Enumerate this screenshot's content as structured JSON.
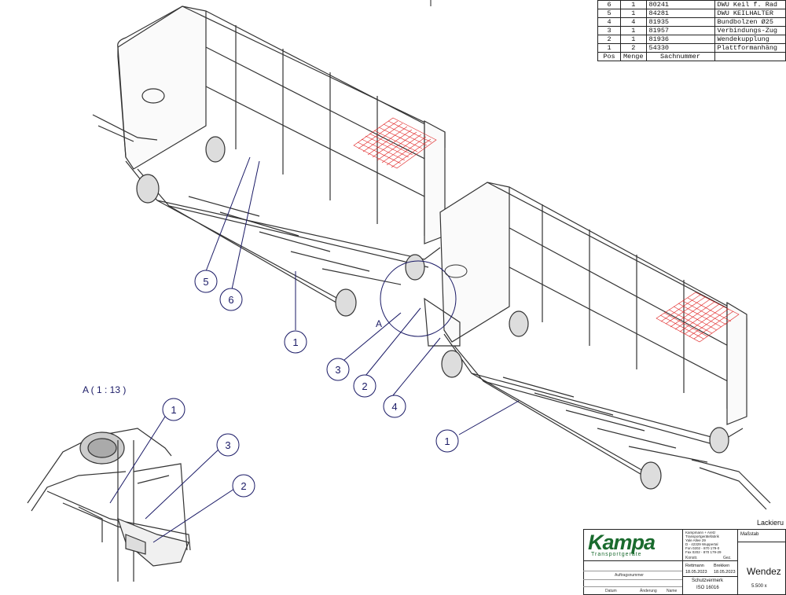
{
  "parts_list": {
    "header": {
      "pos": "Pos",
      "qty": "Menge",
      "number": "Sachnummer"
    },
    "rows": [
      {
        "pos": "6",
        "qty": "1",
        "number": "80241",
        "desc": "DWU Keil f. Rad"
      },
      {
        "pos": "5",
        "qty": "1",
        "number": "84281",
        "desc": "DWU KEILHALTER"
      },
      {
        "pos": "4",
        "qty": "4",
        "number": "81935",
        "desc": "Bundbolzen Ø25"
      },
      {
        "pos": "3",
        "qty": "1",
        "number": "81957",
        "desc": "Verbindungs-Zug"
      },
      {
        "pos": "2",
        "qty": "1",
        "number": "81936",
        "desc": "Wendekupplung"
      },
      {
        "pos": "1",
        "qty": "2",
        "number": "54330",
        "desc": "Plattformanhäng"
      }
    ]
  },
  "detail_label": "A ( 1 : 13 )",
  "detail_marker": "A",
  "balloons": [
    "1",
    "2",
    "3",
    "4",
    "5",
    "6"
  ],
  "title_block": {
    "logo": "Kampa",
    "logo_sub": "Transportgeräte",
    "address": [
      "Kampmann + Aretz",
      "Transportgerätefabrik",
      "Yale Allee 29",
      "D - 42329 Wuppertal",
      "Fon 0202 - 870 179-0",
      "Fax 0202 - 870 179-29"
    ],
    "massstab": "Maßstab",
    "title": "Wendez",
    "auftragsnummer": "Auftragsnummer",
    "konstr": "Konstr.",
    "gez": "Gez.",
    "name1": "Rettmann",
    "name2": "Brekken",
    "date1": "18.05.2023",
    "date2": "18.05.2023",
    "schutzvermerk": "Schutzvermerk",
    "iso": "ISO 16016",
    "size": "5.500 x",
    "datum": "Datum",
    "aenderung": "Änderung",
    "name": "Name",
    "lackier": "Lackieru"
  },
  "colors": {
    "line": "#222222",
    "balloon": "#1a1a66",
    "grid": "#e02020",
    "logo": "#1a6b2e"
  }
}
